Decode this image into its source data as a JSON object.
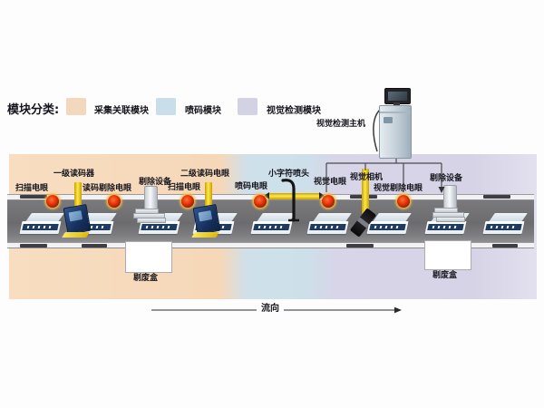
{
  "legend": {
    "title": "模块分类:",
    "items": [
      {
        "label": "采集关联模块",
        "color": "#f3d8bd"
      },
      {
        "label": "喷码模块",
        "color": "#cadee9"
      },
      {
        "label": "视觉检测模块",
        "color": "#d3d1e4"
      }
    ]
  },
  "host": {
    "label": "视觉检测主机"
  },
  "stations": {
    "scan_eye_1": "扫描电眼",
    "primary_reader": "一级读码器",
    "read_reject_eye": "读码剔除电眼",
    "reject_device_1": "剔除设备",
    "secondary_read_eye": "二级读码电眼",
    "scan_eye_2": "扫描电眼",
    "print_eye": "喷码电眼",
    "print_head": "小字符喷头",
    "vision_eye": "视觉电眼",
    "vision_camera": "视觉相机",
    "vision_reject_eye": "视觉剔除电眼",
    "reject_device_2": "剔除设备"
  },
  "waste_boxes": {
    "box1": "剔废盒",
    "box2": "剔废盒"
  },
  "flow_label": "流向",
  "colors": {
    "zone_acquire": "#f6d8b8",
    "zone_print": "#cde0ea",
    "zone_vision": "#d5d3e5",
    "belt": "#6c6c6f",
    "photo_eye": "#e33008",
    "sensor_bar": "#ffe84a",
    "reader_body": "#16305c"
  }
}
